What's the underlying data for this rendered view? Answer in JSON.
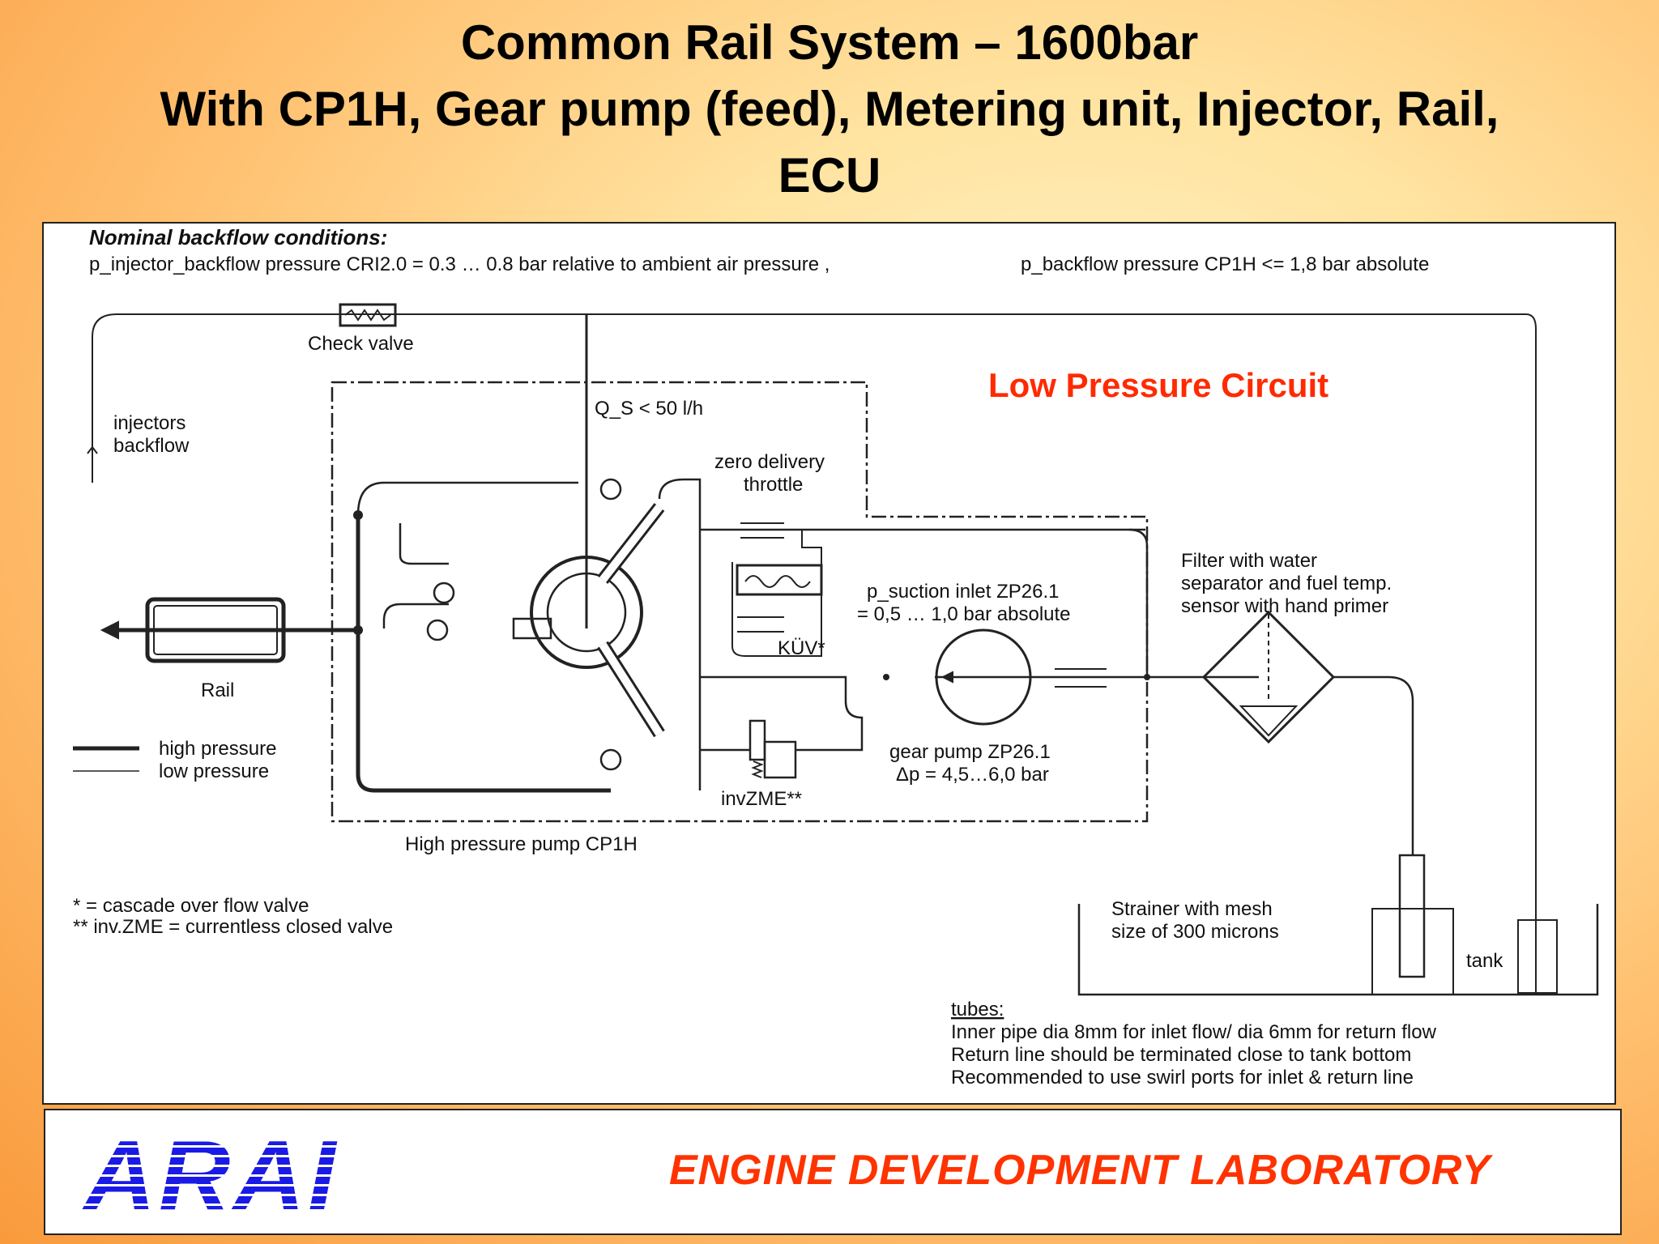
{
  "title": {
    "line1": "Common Rail System – 1600bar",
    "line2": "With CP1H, Gear pump (feed), Metering unit, Injector, Rail,",
    "line3": "ECU"
  },
  "diagram": {
    "backflow_heading": "Nominal backflow conditions:",
    "backflow_line1": "p_injector_backflow pressure CRI2.0 = 0.3 … 0.8 bar relative to ambient air pressure ,",
    "backflow_line2": "p_backflow pressure CP1H <= 1,8 bar absolute",
    "check_valve": "Check valve",
    "qs": "Q_S < 50 l/h",
    "injectors_backflow_1": "injectors",
    "injectors_backflow_2": "backflow",
    "low_pressure_circuit": "Low Pressure Circuit",
    "zero_delivery_1": "zero delivery",
    "zero_delivery_2": "throttle",
    "suction_1": "p_suction inlet ZP26.1",
    "suction_2": "= 0,5 … 1,0 bar absolute",
    "filter_1": "Filter with water",
    "filter_2": "separator and fuel temp.",
    "filter_3": "sensor with hand primer",
    "kuv": "KÜV*",
    "rail": "Rail",
    "legend_high": "high pressure",
    "legend_low": "low pressure",
    "gear_pump_1": "gear pump ZP26.1",
    "gear_pump_2": "Δp = 4,5…6,0 bar",
    "inv_zme": "invZME**",
    "hp_pump": "High pressure pump CP1H",
    "footnote_1": "* = cascade over flow valve",
    "footnote_2": "** inv.ZME = currentless closed valve",
    "strainer_1": "Strainer with mesh",
    "strainer_2": "size of 300 microns",
    "tank": "tank",
    "tubes_heading": "tubes:",
    "tubes_1": "Inner pipe  dia 8mm for inlet flow/ dia 6mm for return flow",
    "tubes_2": "Return line should be terminated close to tank bottom",
    "tubes_3": "Recommended to use swirl ports for inlet & return line"
  },
  "footer": {
    "logo_text": "ARAI",
    "lab_name": "ENGINE DEVELOPMENT LABORATORY"
  },
  "colors": {
    "logo_blue": "#1a1ae6",
    "lab_red": "#ff3300",
    "circuit_red": "#ff2a00"
  }
}
